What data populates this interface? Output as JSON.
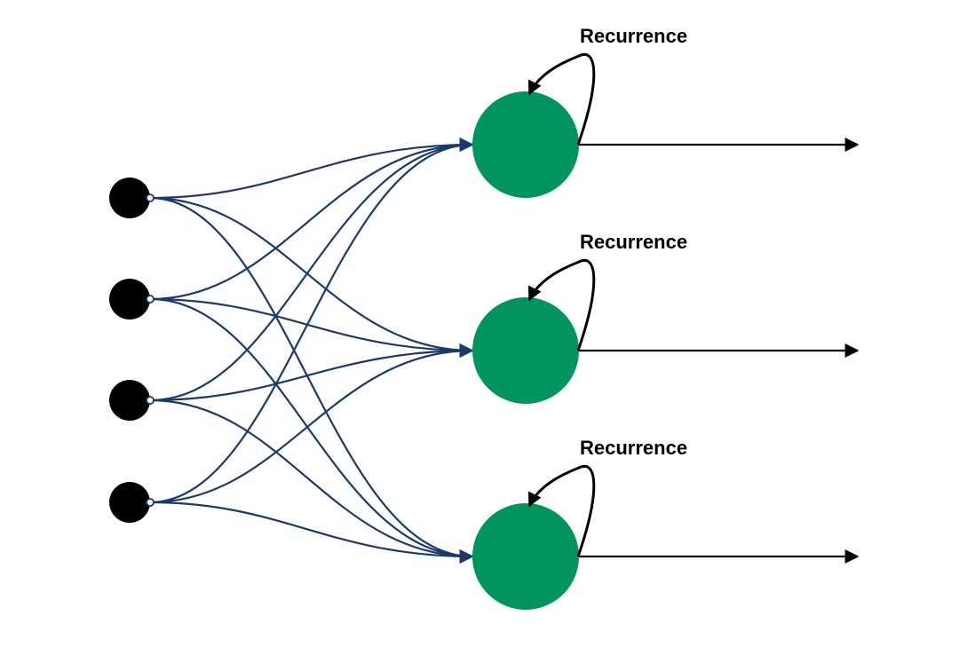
{
  "diagram": {
    "colors": {
      "background": "#ffffff",
      "input_node": "#000000",
      "output_node": "#00945e",
      "connection": "#1b3a6b",
      "arrow": "#000000",
      "label": "#000000"
    },
    "input_layer": {
      "count": 4
    },
    "output_layer": {
      "nodes": [
        {
          "recurrence_label": "Recurrence"
        },
        {
          "recurrence_label": "Recurrence"
        },
        {
          "recurrence_label": "Recurrence"
        }
      ]
    },
    "connections": "fully-connected"
  }
}
